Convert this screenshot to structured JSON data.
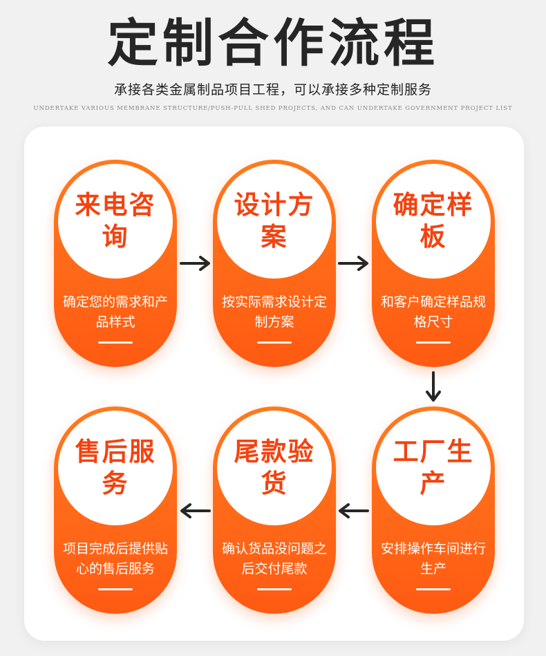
{
  "header": {
    "title": "定制合作流程",
    "subtitle": "承接各类金属制品项目工程，可以承接多种定制服务",
    "subtitle_en": "UNDERTAKE VARIOUS MEMBRANE STRUCTURE/PUSH-PULL SHED PROJECTS, AND CAN UNDERTAKE GOVERNMENT PROJECT LIST"
  },
  "colors": {
    "accent": "#ff6418",
    "title_text": "#f4420f",
    "background": "#f1f1f1",
    "arrow": "#262626"
  },
  "steps": [
    {
      "title": "来电咨询",
      "desc": "确定您的需求和产品样式"
    },
    {
      "title": "设计方案",
      "desc": "按实际需求设计定制方案"
    },
    {
      "title": "确定样板",
      "desc": "和客户确定样品规格尺寸"
    },
    {
      "title": "工厂生产",
      "desc": "安排操作车间进行生产"
    },
    {
      "title": "尾款验货",
      "desc": "确认货品没问题之后交付尾款"
    },
    {
      "title": "售后服务",
      "desc": "项目完成后提供贴心的售后服务"
    }
  ],
  "arrows": [
    {
      "icon": "arrow-right-icon"
    },
    {
      "icon": "arrow-right-icon"
    },
    {
      "icon": "arrow-down-icon"
    },
    {
      "icon": "arrow-left-icon"
    },
    {
      "icon": "arrow-left-icon"
    }
  ]
}
